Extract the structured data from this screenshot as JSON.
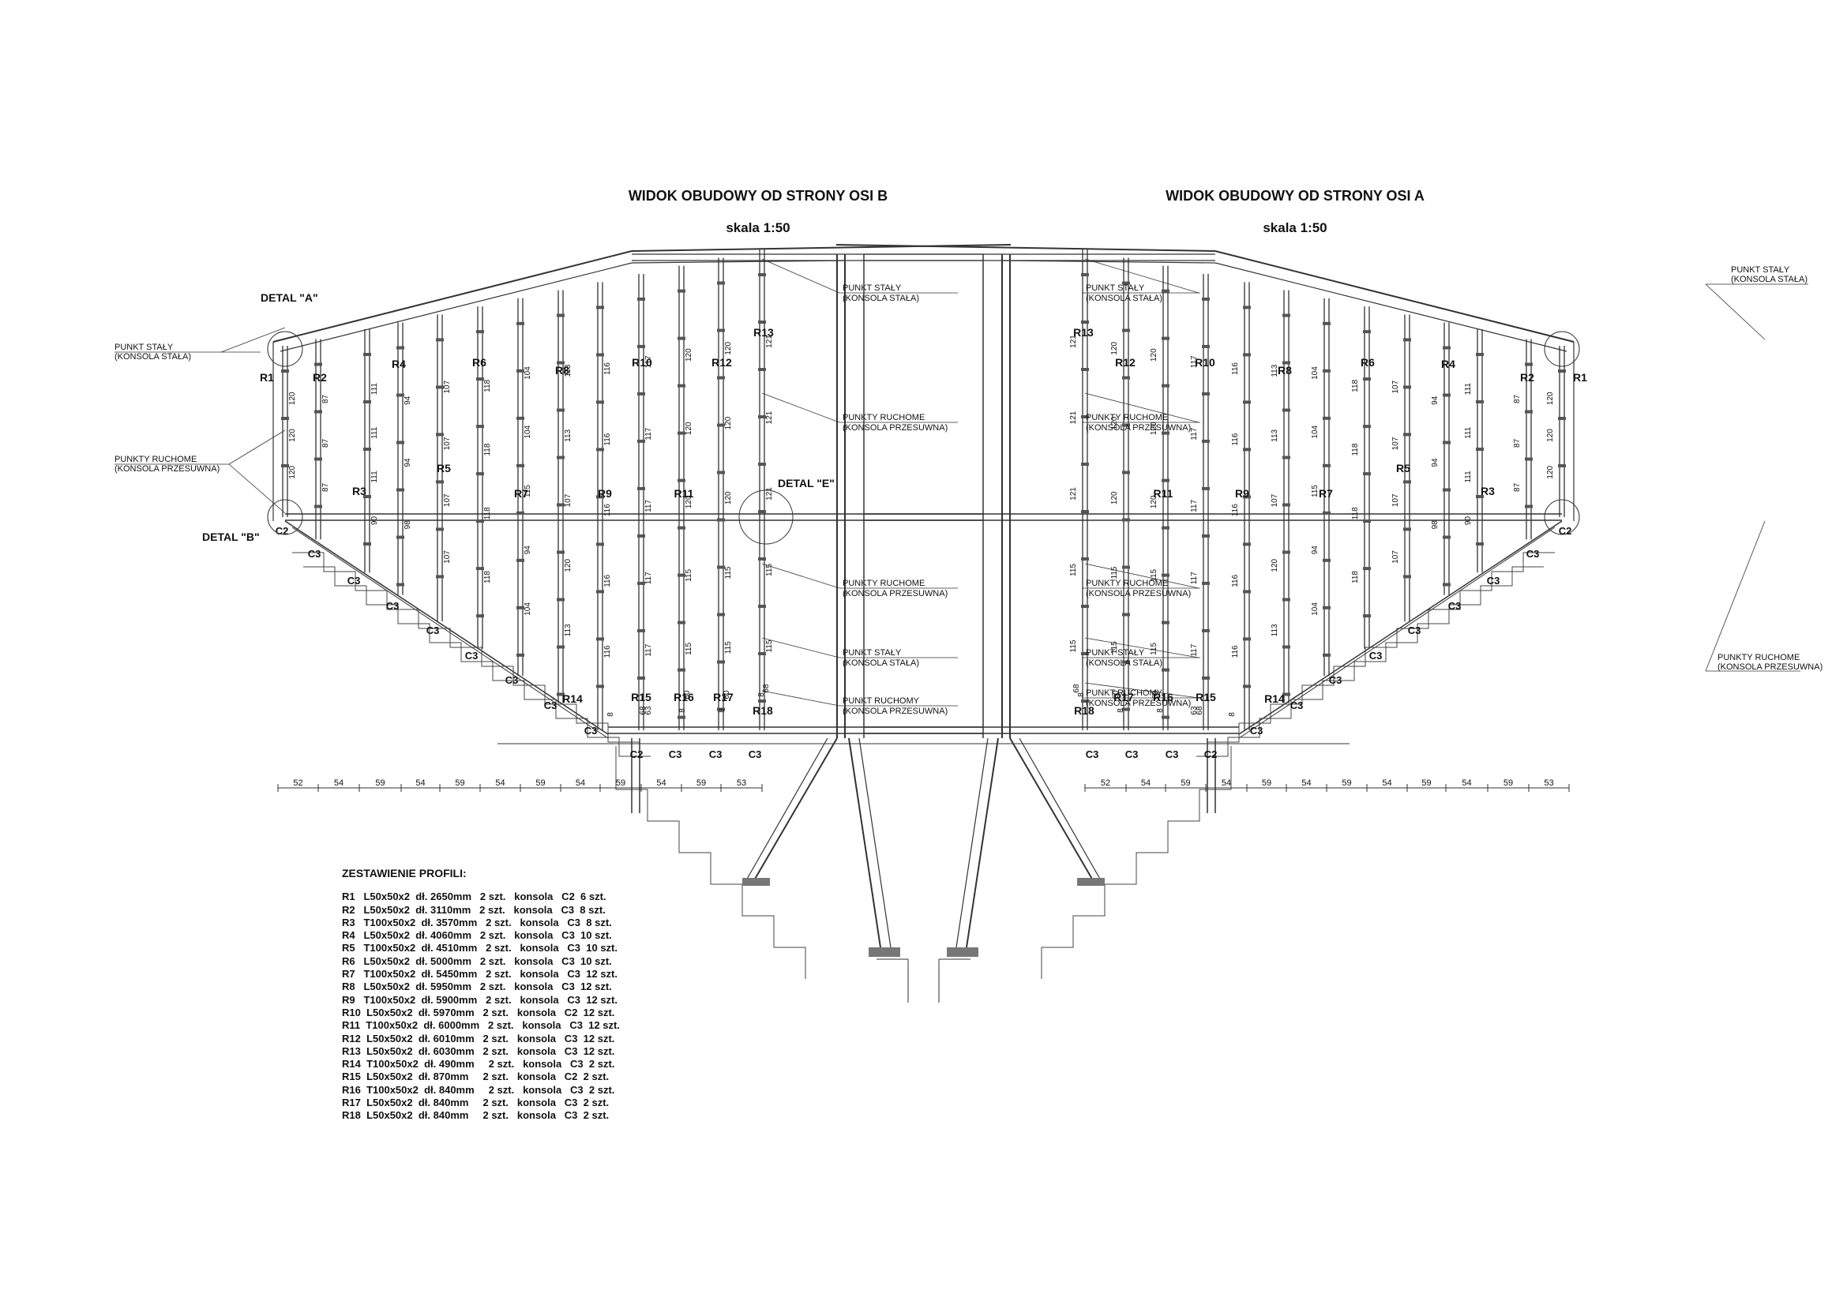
{
  "left_view": {
    "title": "WIDOK OBUDOWY OD STRONY OSI B",
    "scale": "skala 1:50"
  },
  "right_view": {
    "title": "WIDOK OBUDOWY OD STRONY OSI A",
    "scale": "skala 1:50"
  },
  "details": {
    "a": "DETAL \"A\"",
    "b": "DETAL \"B\"",
    "e": "DETAL \"E\""
  },
  "callouts": {
    "fixed_title": "PUNKT STAŁY",
    "fixed_sub": "(KONSOLA STAŁA)",
    "moving_title": "PUNKTY RUCHOME",
    "moving_single": "PUNKT RUCHOMY",
    "moving_sub": "(KONSOLA PRZESUWNA)"
  },
  "profiles": [
    "R1",
    "R2",
    "R3",
    "R4",
    "R5",
    "R6",
    "R7",
    "R8",
    "R9",
    "R10",
    "R11",
    "R12",
    "R13",
    "R14",
    "R15",
    "R16",
    "R17",
    "R18"
  ],
  "consoles": {
    "c2": "C2",
    "c3": "C3"
  },
  "left_spacings": [
    "52",
    "54",
    "59",
    "54",
    "59",
    "54",
    "59",
    "54",
    "59",
    "54",
    "59",
    "53"
  ],
  "right_spacings": [
    "53",
    "59",
    "54",
    "59",
    "54",
    "59",
    "54",
    "59",
    "54",
    "59",
    "54",
    "52"
  ],
  "left_segment_dims": [
    [
      "120",
      "120",
      "120"
    ],
    [
      "87",
      "87",
      "87"
    ],
    [
      "111",
      "111",
      "111",
      "90"
    ],
    [
      "94",
      "94",
      "98"
    ],
    [
      "107",
      "107",
      "107",
      "107"
    ],
    [
      "118",
      "118",
      "118",
      "118"
    ],
    [
      "104",
      "104",
      "115",
      "94",
      "104"
    ],
    [
      "113",
      "113",
      "107",
      "120",
      "113"
    ],
    [
      "116",
      "116",
      "116",
      "116",
      "116"
    ],
    [
      "117",
      "117",
      "117",
      "117",
      "117"
    ],
    [
      "120",
      "120",
      "120",
      "115",
      "115"
    ],
    [
      "120",
      "120",
      "120",
      "115",
      "115"
    ],
    [
      "121",
      "121",
      "121",
      "115",
      "115"
    ]
  ],
  "bottom_small_dims": [
    "8",
    "68",
    "63",
    "8",
    "60",
    "8",
    "60",
    "8",
    "68"
  ],
  "legend": {
    "title": "ZESTAWIENIE PROFILI:",
    "rows": [
      "R1   L50x50x2  dł. 2650mm   2 szt.   konsola   C2  6 szt.",
      "R2   L50x50x2  dł. 3110mm   2 szt.   konsola   C3  8 szt.",
      "R3   T100x50x2  dł. 3570mm   2 szt.   konsola   C3  8 szt.",
      "R4   L50x50x2  dł. 4060mm   2 szt.   konsola   C3  10 szt.",
      "R5   T100x50x2  dł. 4510mm   2 szt.   konsola   C3  10 szt.",
      "R6   L50x50x2  dł. 5000mm   2 szt.   konsola   C3  10 szt.",
      "R7   T100x50x2  dł. 5450mm   2 szt.   konsola   C3  12 szt.",
      "R8   L50x50x2  dł. 5950mm   2 szt.   konsola   C3  12 szt.",
      "R9   T100x50x2  dł. 5900mm   2 szt.   konsola   C3  12 szt.",
      "R10  L50x50x2  dł. 5970mm   2 szt.   konsola   C2  12 szt.",
      "R11  T100x50x2  dł. 6000mm   2 szt.   konsola   C3  12 szt.",
      "R12  L50x50x2  dł. 6010mm   2 szt.   konsola   C3  12 szt.",
      "R13  L50x50x2  dł. 6030mm   2 szt.   konsola   C3  12 szt.",
      "R14  T100x50x2  dł. 490mm     2 szt.   konsola   C3  2 szt.",
      "R15  L50x50x2  dł. 870mm     2 szt.   konsola   C2  2 szt.",
      "R16  T100x50x2  dł. 840mm     2 szt.   konsola   C3  2 szt.",
      "R17  L50x50x2  dł. 840mm     2 szt.   konsola   C3  2 szt.",
      "R18  L50x50x2  dł. 840mm     2 szt.   konsola   C3  2 szt."
    ]
  }
}
